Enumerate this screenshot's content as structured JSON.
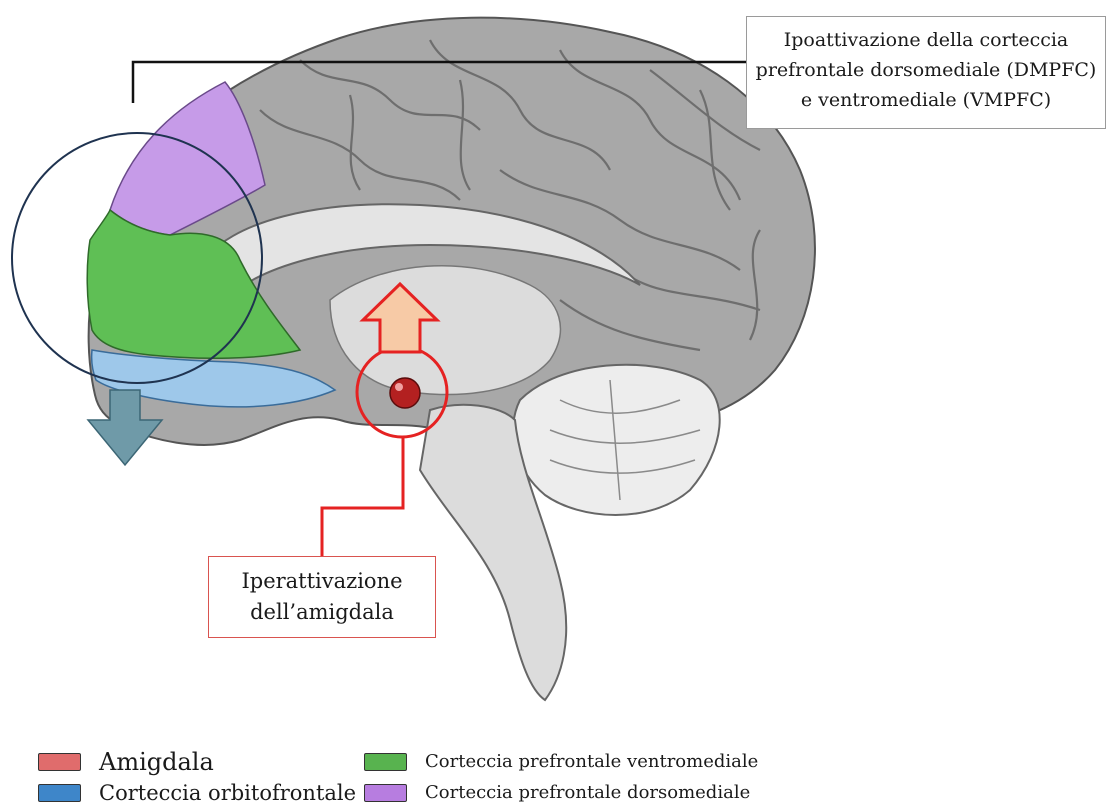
{
  "callouts": {
    "dmpfc_vmpfc": [
      "Ipoattivazione della corteccia",
      "prefrontale dorsomediale (DMPFC)",
      "e ventromediale (VMPFC)"
    ],
    "amygdala": [
      "Iperattivazione",
      "dell’amigdala"
    ]
  },
  "legend": [
    {
      "label": "Amigdala",
      "color": "#e06c6c"
    },
    {
      "label": "Corteccia prefrontale ventromediale",
      "color": "#58b34f"
    },
    {
      "label": "Corteccia orbitofrontale",
      "color": "#3e86c9"
    },
    {
      "label": "Corteccia prefrontale dorsomediale",
      "color": "#b77de0"
    }
  ],
  "colors": {
    "brain_gray": "#a3a3a3",
    "purple_region": "#c69be8",
    "green_region": "#5fbf55",
    "blue_region": "#9ec8ea",
    "amygdala": "#b32020",
    "arrow_up_fill": "#f7caa6",
    "arrow_down_fill": "#6f9aa8",
    "highlight_red": "#e52222",
    "pointer_line": "#111111"
  },
  "icons": {
    "arrow_up": "arrow-up-icon",
    "arrow_down": "arrow-down-icon"
  }
}
